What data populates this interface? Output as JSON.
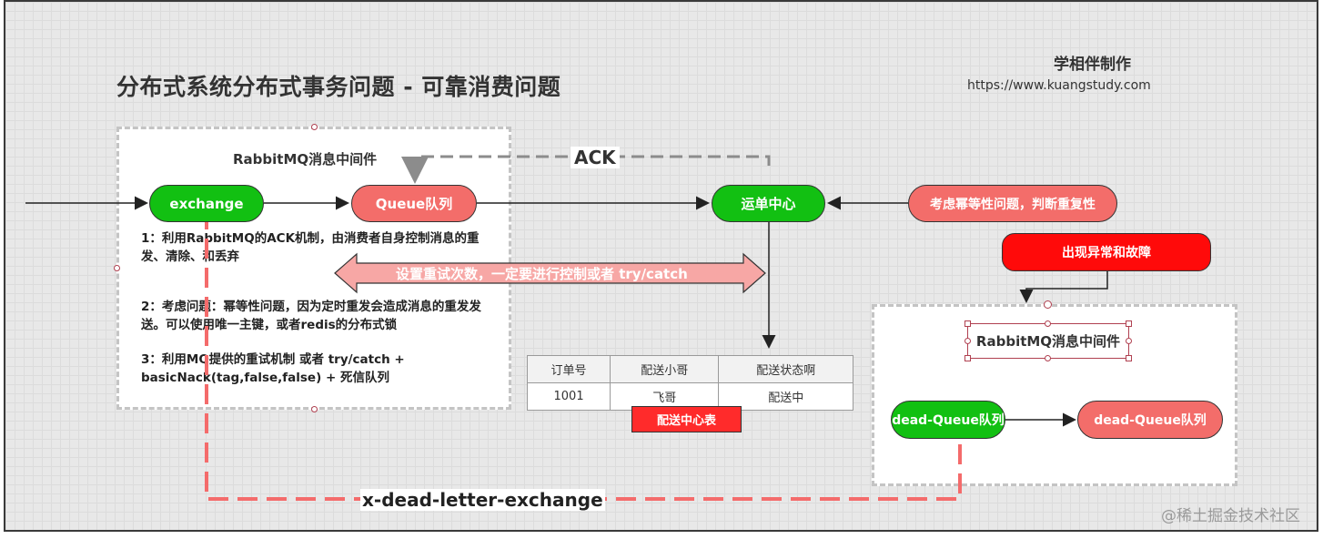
{
  "title": "分布式系统分布式事务问题 - 可靠消费问题",
  "author": "学相伴制作",
  "url": "https://www.kuangstudy.com",
  "left_panel": {
    "heading": "RabbitMQ消息中间件",
    "exchange": "exchange",
    "queue": "Queue队列",
    "notes": [
      "1：利用RabbitMQ的ACK机制，由消费者自身控制消息的重发、清除、和丢弃",
      "2：考虑问题：幂等性问题，因为定时重发会造成消息的重发发送。可以使用唯一主键，或者redis的分布式锁",
      "3：利用MQ提供的重试机制 或者  try/catch + basicNack(tag,false,false)  + 死信队列"
    ]
  },
  "ack_label": "ACK",
  "dispatch_center": "运单中心",
  "idempotent_note": "考虑幂等性问题，判断重复性",
  "exception_node": "出现异常和故障",
  "retry_arrow_text": "设置重试次数，一定要进行控制或者 try/catch",
  "table": {
    "headers": [
      "订单号",
      "配送小哥",
      "配送状态啊"
    ],
    "rows": [
      [
        "1001",
        "飞哥",
        "配送中"
      ]
    ],
    "caption": "配送中心表"
  },
  "right_panel": {
    "heading": "RabbitMQ消息中间件",
    "dead_queue_left": "dead-Queue队列",
    "dead_queue_right": "dead-Queue队列"
  },
  "dlx_label": "x-dead-letter-exchange",
  "watermark": "@稀土掘金技术社区",
  "colors": {
    "green": "#12c012",
    "salmon": "#f36d6a",
    "red": "#ff0a0a",
    "dashed_red": "#f46b6b",
    "ack_gray": "#8c8c8c"
  }
}
